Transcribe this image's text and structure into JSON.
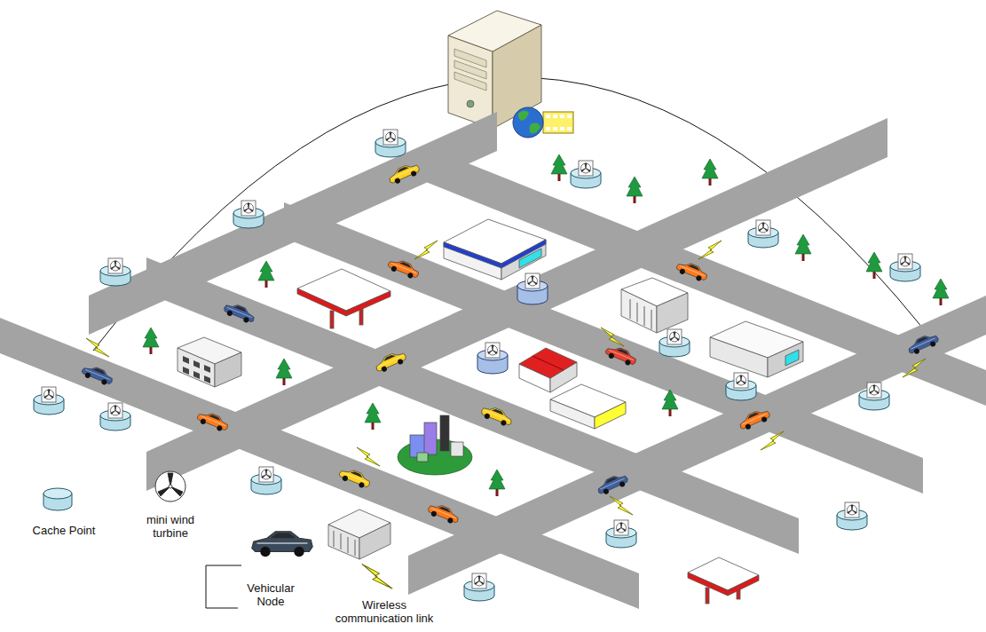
{
  "diagram": {
    "legend": [
      {
        "text": "Cache Point"
      },
      {
        "text": "mini wind turbine"
      },
      {
        "text": "Vehicular Node"
      },
      {
        "text": "Wireless communication link"
      }
    ]
  }
}
